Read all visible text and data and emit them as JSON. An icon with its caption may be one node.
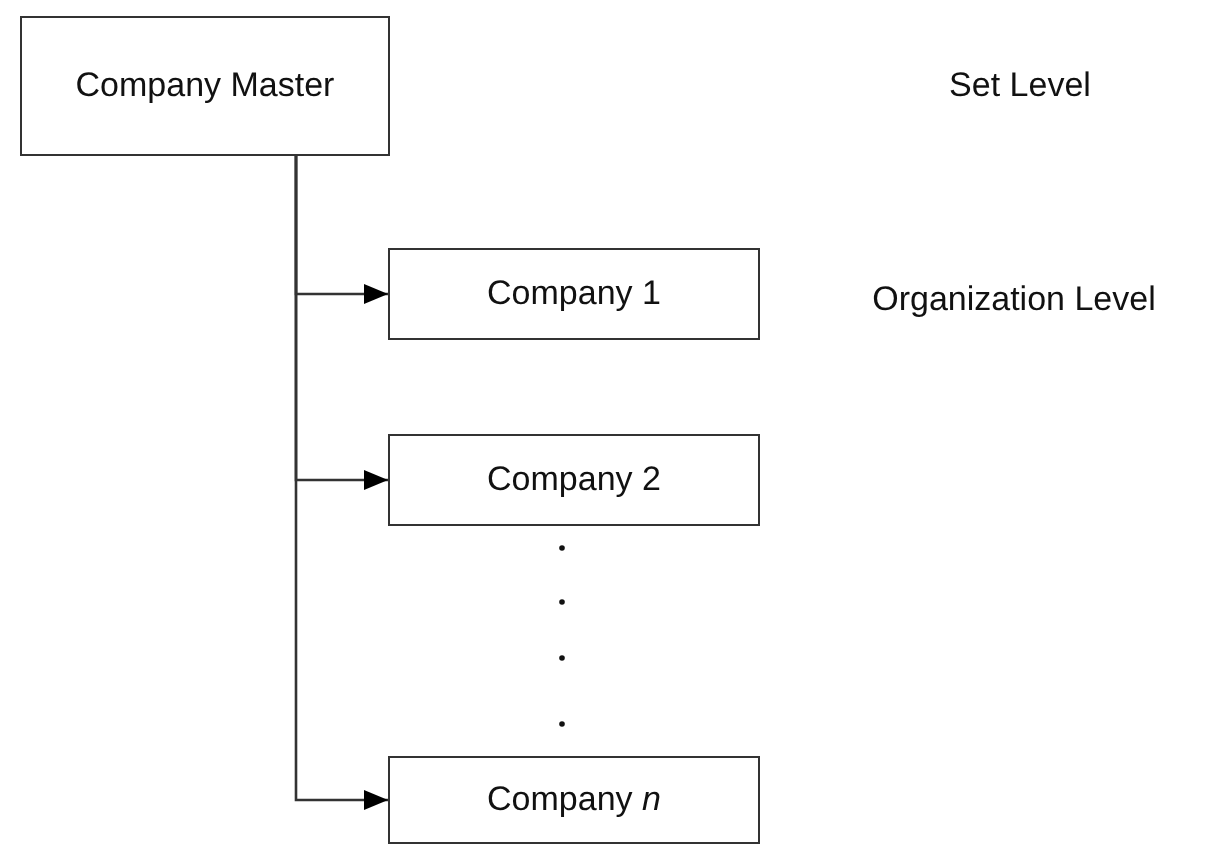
{
  "diagram": {
    "nodes": [
      {
        "text": [
          "Company Master"
        ]
      },
      {
        "text": [
          "Company 1"
        ]
      },
      {
        "text": [
          "Company 2"
        ]
      },
      {
        "text": [
          "Company *n*"
        ]
      }
    ],
    "edges": [
      {
        "from": 0,
        "to": 1,
        "arrow": "to"
      },
      {
        "from": 0,
        "to": 2,
        "arrow": "to"
      },
      {
        "from": 0,
        "to": 3,
        "arrow": "to"
      }
    ],
    "labels": [
      "Set Level",
      "Organization Level"
    ]
  }
}
